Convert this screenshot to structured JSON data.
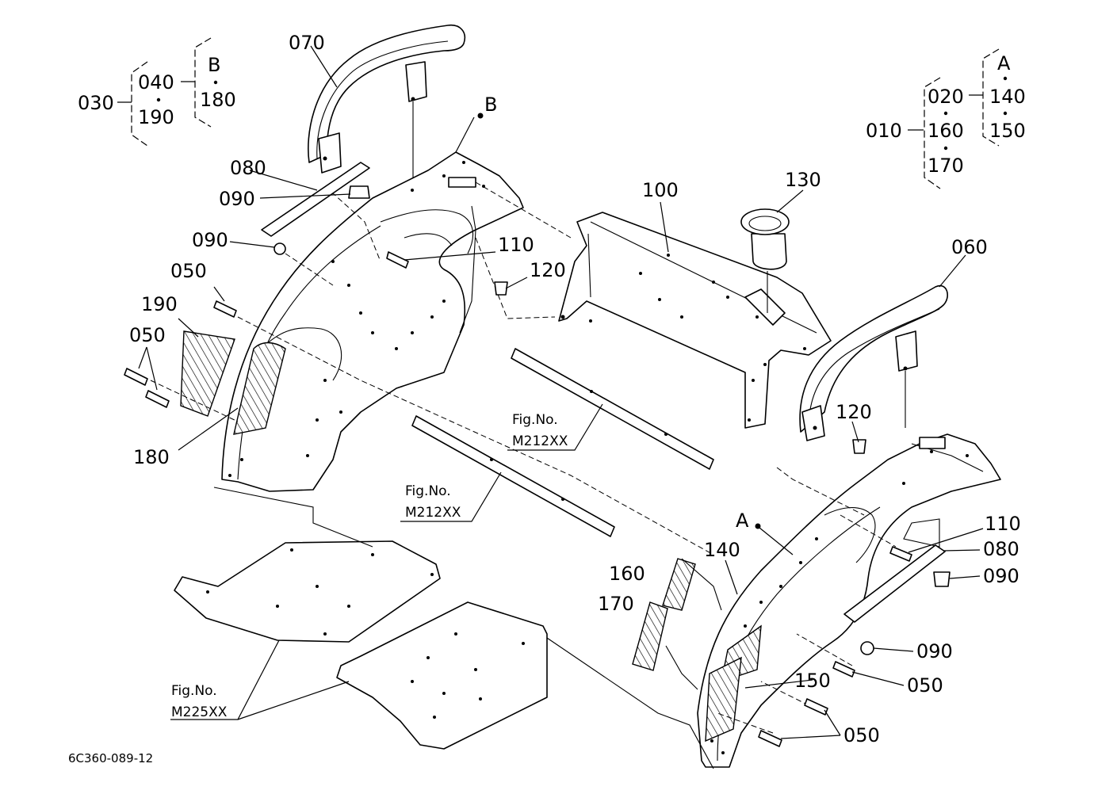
{
  "diagram": {
    "drawing_code": "6C360-089-12",
    "parts": {
      "p010": "010",
      "p020": "020",
      "p030": "030",
      "p040": "040",
      "p050a": "050",
      "p050b": "050",
      "p050c": "050",
      "p050d": "050",
      "p060": "060",
      "p070": "070",
      "p080a": "080",
      "p080b": "080",
      "p090a": "090",
      "p090b": "090",
      "p090c": "090",
      "p090d": "090",
      "p100": "100",
      "p110a": "110",
      "p110b": "110",
      "p120a": "120",
      "p120b": "120",
      "p130": "130",
      "p140a": "140",
      "p140b": "140",
      "p150a": "150",
      "p150b": "150",
      "p160a": "160",
      "p160b": "160",
      "p170a": "170",
      "p170b": "170",
      "p180a": "180",
      "p180b": "180",
      "p190a": "190",
      "p190b": "190"
    },
    "groups": {
      "A": "A",
      "B": "B",
      "A_mark": "A",
      "B_mark": "B"
    },
    "fig_refs": {
      "fig_label_1": "Fig.No.",
      "fig_code_1": "M212XX",
      "fig_label_2": "Fig.No.",
      "fig_code_2": "M212XX",
      "fig_label_3": "Fig.No.",
      "fig_code_3": "M225XX"
    }
  }
}
